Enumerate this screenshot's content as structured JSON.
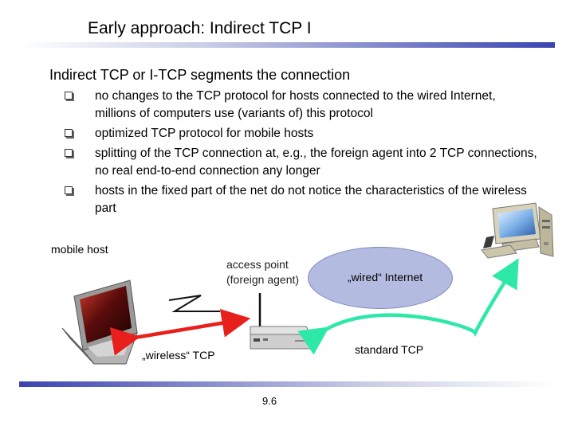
{
  "slide": {
    "title": "Early approach: Indirect TCP I",
    "heading": "Indirect TCP or I-TCP segments the connection",
    "bullets": [
      "no changes to the TCP protocol for hosts connected to the wired Internet, millions of computers use (variants of) this protocol",
      "optimized TCP protocol for mobile hosts",
      "splitting of the TCP connection at, e.g., the foreign agent into 2 TCP connections, no real end-to-end connection any longer",
      "hosts in the fixed part of the net do not notice the characteristics of the wireless part"
    ],
    "page_number": "9.6"
  },
  "diagram": {
    "mobile_host_label": "mobile host",
    "access_point_line1": "access point",
    "access_point_line2": "(foreign agent)",
    "internet_label": "„wired“ Internet",
    "wireless_label": "„wireless“ TCP",
    "standard_label": "standard TCP"
  },
  "colors": {
    "wireless_arrow": "#e8201c",
    "standard_arrow": "#2ee8a8",
    "cloud": "#b4bbe0",
    "accent_bar": "#3a44b0"
  },
  "icons": [
    "checkbox-bullet-icon",
    "laptop-icon",
    "access-point-icon",
    "desktop-computer-icon",
    "wireless-link-icon"
  ]
}
